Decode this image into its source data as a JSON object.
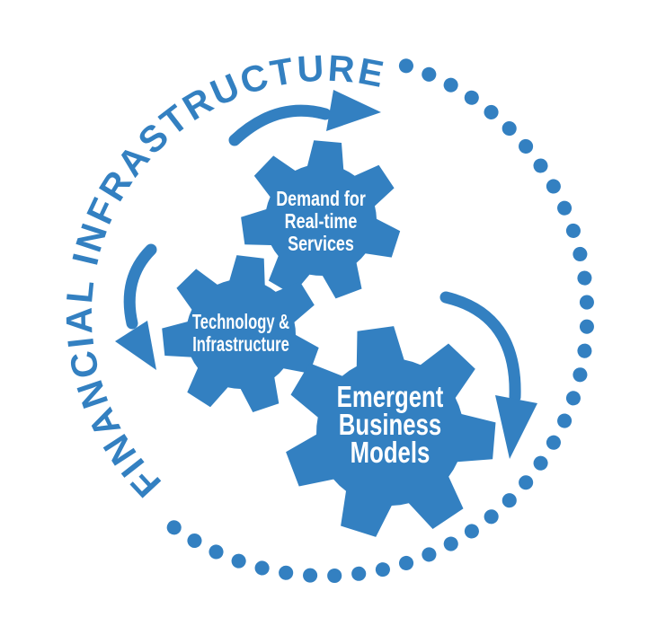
{
  "colors": {
    "primary": "#3380C1",
    "text_on_gears": "#FFFFFF",
    "background": "#FFFFFF"
  },
  "diagram": {
    "ring_title": "FINANCIAL INFRASTRUCTURE",
    "gears": [
      {
        "name": "demand-gear",
        "lines": [
          "Demand for",
          "Real-time",
          "Services"
        ]
      },
      {
        "name": "technology-gear",
        "lines": [
          "Technology &",
          "Infrastructure"
        ]
      },
      {
        "name": "emergent-gear",
        "lines": [
          "Emergent",
          "Business",
          "Models"
        ]
      }
    ],
    "decorations": {
      "dotted_ring_icon": "dotted-circle-border",
      "arrow_icons": [
        "curved-arrow-top-right",
        "curved-arrow-down-left",
        "curved-arrow-down-right"
      ]
    }
  }
}
